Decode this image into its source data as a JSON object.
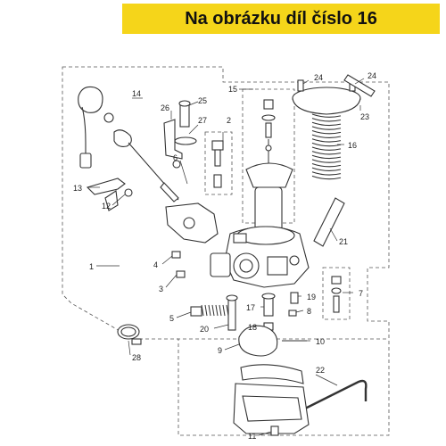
{
  "banner": {
    "text": "Na obrázku díl číslo 16",
    "color": "#f5d51a"
  },
  "callouts": [
    "1",
    "2",
    "3",
    "4",
    "5",
    "6",
    "7",
    "8",
    "9",
    "10",
    "11",
    "12",
    "13",
    "14",
    "15",
    "16",
    "17",
    "18",
    "19",
    "20",
    "21",
    "22",
    "23",
    "24",
    "24",
    "25",
    "26",
    "27",
    "28"
  ]
}
